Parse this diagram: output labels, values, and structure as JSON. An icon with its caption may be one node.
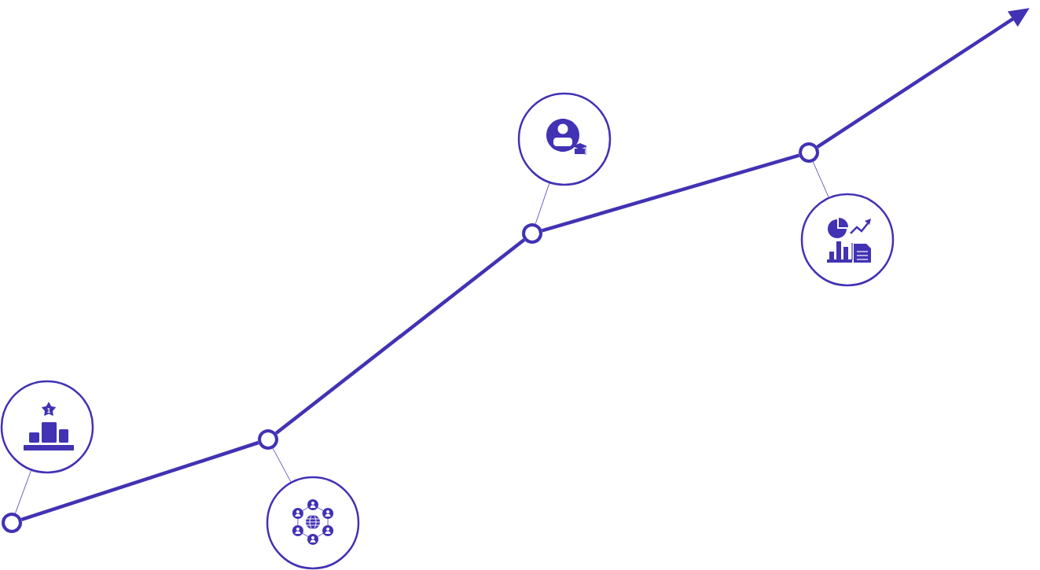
{
  "diagram": {
    "nodes": [
      {
        "text": [],
        "shape": "circle"
      },
      {
        "text": [
          "1"
        ]
      },
      {
        "text": [],
        "shape": "circle"
      },
      {
        "text": [],
        "shape": "circle"
      },
      {
        "text": [],
        "shape": "circle"
      },
      {
        "text": [],
        "shape": "circle"
      },
      {
        "text": [],
        "shape": "circle"
      },
      {
        "text": [],
        "shape": "circle"
      }
    ],
    "edges": [
      {
        "from": 0,
        "to": 2,
        "arrow": "none",
        "style": "thick"
      },
      {
        "from": 2,
        "to": 4,
        "arrow": "none",
        "style": "thick"
      },
      {
        "from": 4,
        "to": 6,
        "arrow": "none",
        "style": "thick"
      },
      {
        "from": 6,
        "to": null,
        "arrow": "to",
        "style": "thick"
      },
      {
        "from": 0,
        "to": 1,
        "arrow": "none"
      },
      {
        "from": 2,
        "to": 3,
        "arrow": "none"
      },
      {
        "from": 4,
        "to": 5,
        "arrow": "none"
      },
      {
        "from": 6,
        "to": 7,
        "arrow": "none"
      }
    ]
  }
}
